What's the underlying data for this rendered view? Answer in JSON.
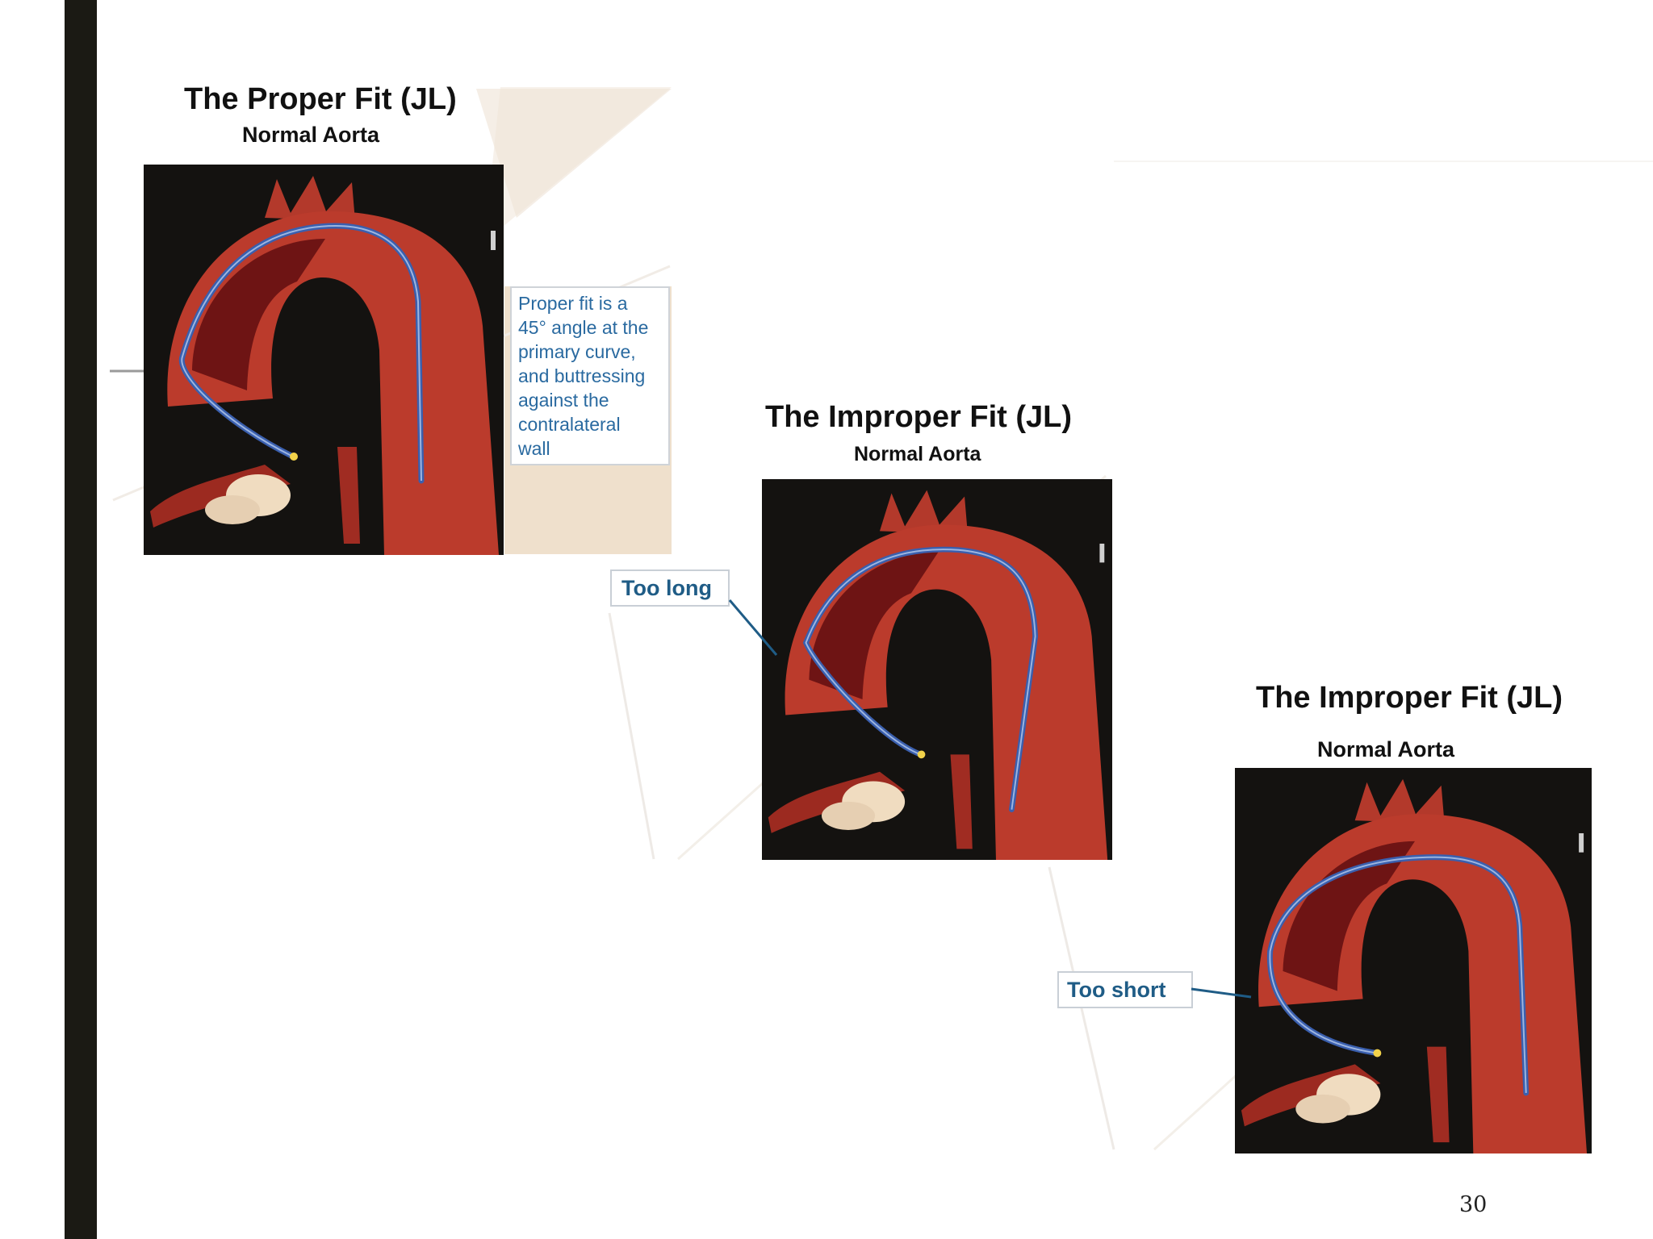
{
  "panels": [
    {
      "title": "The Proper Fit (JL)",
      "subtitle": "Normal Aorta",
      "note": [
        "Proper fit is a",
        "45° angle at the",
        "primary curve,",
        "and buttressing",
        "against the",
        "contralateral",
        "wall"
      ]
    },
    {
      "title": "The Improper Fit (JL)",
      "subtitle": "Normal Aorta",
      "callout": "Too long"
    },
    {
      "title": "The Improper Fit (JL)",
      "subtitle": "Normal Aorta",
      "callout": "Too short"
    }
  ],
  "page_number": "30",
  "colors": {
    "aorta": "#b8382a",
    "aorta_dark": "#6e1414",
    "catheter": "#3a5fae",
    "background_dark": "#141210",
    "callout_text": "#1f5c86",
    "sidebar": "#1b1a14"
  }
}
